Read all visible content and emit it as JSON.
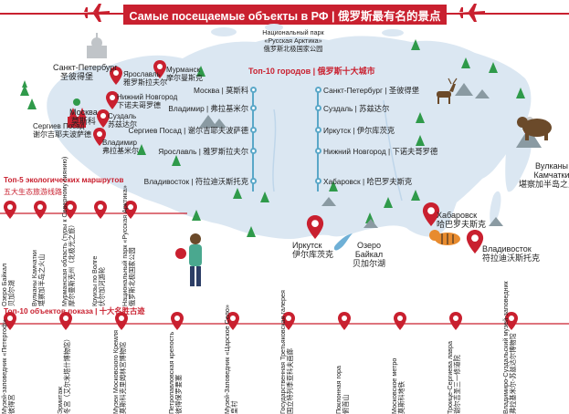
{
  "header": {
    "title": "Самые посещаемые объекты в РФ | 俄罗斯最有名的景点"
  },
  "park": {
    "line1": "Национальный парк",
    "line2": "«Русская Арктика»",
    "line3": "俄罗斯北极国家公园"
  },
  "cities": {
    "spb": {
      "ru": "Санкт-Петербург",
      "zh": "圣彼得堡"
    },
    "moscow": {
      "ru": "Москва",
      "zh": "莫斯科"
    },
    "yaroslavl": {
      "ru": "Ярославль",
      "zh": "雅罗斯拉夫尔"
    },
    "murmansk": {
      "ru": "Мурманск",
      "zh": "摩尔曼斯克"
    },
    "nnovgorod": {
      "ru": "Нижний Новгород",
      "zh": "下诺夫哥罗德"
    },
    "suzdal": {
      "ru": "Суздаль",
      "zh": "苏兹达尔"
    },
    "sposad": {
      "ru": "Сергиев Посад",
      "zh": "谢尔吉耶夫波萨德"
    },
    "vladimir": {
      "ru": "Владимир",
      "zh": "弗拉基米尔"
    },
    "irkutsk": {
      "ru": "Иркутск",
      "zh": "伊尔库茨克"
    },
    "baikal": {
      "ru1": "Озеро",
      "ru2": "Байкал",
      "zh": "贝加尔湖"
    },
    "khabarovsk": {
      "ru": "Хабаровск",
      "zh": "哈巴罗夫斯克"
    },
    "vladivostok": {
      "ru": "Владивосток",
      "zh": "符拉迪沃斯托克"
    },
    "kamchatka": {
      "ru1": "Вулканы",
      "ru2": "Камчатки",
      "zh": "堪察加半岛之火山"
    }
  },
  "top10_cities": {
    "title": "Топ-10 городов | 俄罗斯十大城市",
    "left": [
      "Москва | 莫斯科",
      "Владимир | 弗拉基米尔",
      "Сергиев Посад | 谢尔吉耶夫波萨德",
      "Ярославль | 雅罗斯拉夫尔",
      "Владивосток | 符拉迪沃斯托克"
    ],
    "right": [
      "Санкт-Петербург | 圣彼得堡",
      "Суздаль | 苏兹达尔",
      "Иркутск | 伊尔库茨克",
      "Нижний Новгород | 下诺夫哥罗德",
      "Хабаровск | 哈巴罗夫斯克"
    ]
  },
  "eco_routes": {
    "title": "Топ-5 экологических маршрутов",
    "subtitle": "五大生态旅游线路",
    "items": [
      {
        "ru": "Озеро Байкал",
        "zh": "贝加尔湖"
      },
      {
        "ru": "Вулканы Камчатки",
        "zh": "堪察加半岛之火山"
      },
      {
        "ru": "Мурманская область (туры к Северному сиянию)",
        "zh": "摩尔曼斯克州（北极光之旅）"
      },
      {
        "ru": "Круизы по Волге",
        "zh": "伏尔加河游轮"
      },
      {
        "ru": "Национальный парк «Русская Арктика»",
        "zh": "俄罗斯北极国家公园"
      }
    ]
  },
  "top10_objects": {
    "title": "Топ-10 объектов показа | 十大名胜古迹",
    "items": [
      {
        "ru": "Музей-заповедник «Петергоф»",
        "zh": "彼得宫"
      },
      {
        "ru": "Эрмитаж",
        "zh": "冬宫（艾尔米塔什博物馆）"
      },
      {
        "ru": "Музеи Московского Кремля",
        "zh": "莫斯科克里姆林宫博物馆"
      },
      {
        "ru": "Петропавловская крепость",
        "zh": "彼得保罗要塞"
      },
      {
        "ru": "Музей-Заповедник «Царское Село»",
        "zh": "皇村"
      },
      {
        "ru": "Государственная Третьяковская галерея",
        "zh": "国立特列季亚科夫画廊"
      },
      {
        "ru": "Поклонная гора",
        "zh": "俯首山"
      },
      {
        "ru": "Московское метро",
        "zh": "莫斯科地铁"
      },
      {
        "ru": "Троице-Сергиева лавра",
        "zh": "谢尔吉圣三一修道院"
      },
      {
        "ru": "Владимиро-Суздальский музей-заповедник",
        "zh": "弗拉基米尔-苏兹达尔博物馆"
      }
    ]
  },
  "colors": {
    "brand_red": "#c9202f",
    "map_blue": "#dbe7f2",
    "tree_green": "#2f9a4a",
    "line_blue": "#5aa7c8"
  }
}
